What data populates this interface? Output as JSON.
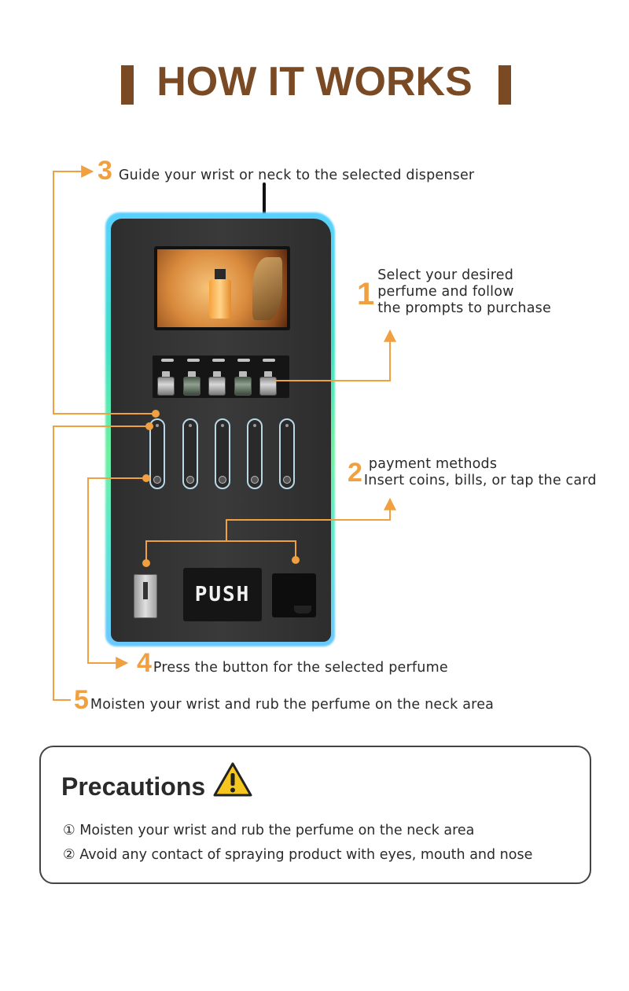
{
  "header": {
    "title": "HOW IT WORKS"
  },
  "machine": {
    "button_label": "PUSH"
  },
  "steps": [
    {
      "num": "3",
      "text": "Guide your wrist or neck to the selected dispenser"
    },
    {
      "num": "1",
      "lines": [
        "Select your desired",
        "perfume and follow",
        "the prompts to purchase"
      ]
    },
    {
      "num": "2",
      "lines": [
        "payment methods",
        "Insert coins, bills, or tap the card"
      ]
    },
    {
      "num": "4",
      "text": "Press the button for the selected perfume"
    },
    {
      "num": "5",
      "text": "Moisten your wrist and rub the perfume on the neck area"
    }
  ],
  "precautions": {
    "title": "Precautions",
    "items": [
      "① Moisten your wrist and rub the perfume on the neck area",
      "② Avoid any contact of spraying product with eyes, mouth and nose"
    ]
  },
  "icons": {
    "warning": "warning-icon"
  },
  "colors": {
    "title": "#7a4a24",
    "accent": "#f0a040",
    "line": "#f0a040"
  }
}
